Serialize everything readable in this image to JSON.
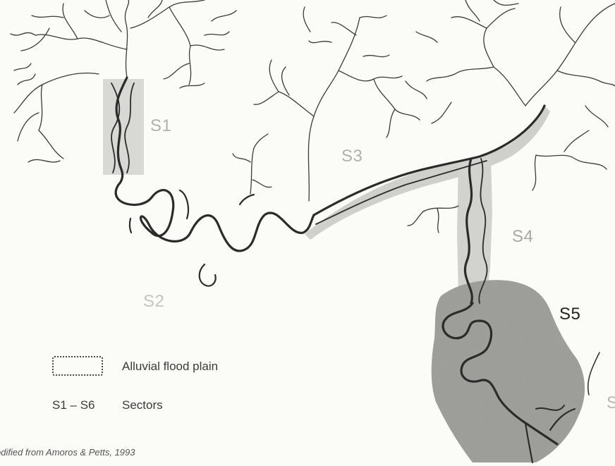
{
  "sectors": {
    "s1": "S1",
    "s2": "S2",
    "s3": "S3",
    "s4": "S4",
    "s5": "S5",
    "s6_partial": "S"
  },
  "legend": {
    "floodplain_label": "Alluvial flood plain",
    "sectors_key": "S1 – S6",
    "sectors_label": "Sectors"
  },
  "source": "odified from Amoros & Petts, 1993",
  "colors": {
    "river": "#2b2b2b",
    "tributary": "#3a3a3a",
    "floodplain_light": "#d4d4d0",
    "floodplain_dark": "#8e8e8a",
    "faded_label": "#b0b0ae",
    "strong_label": "#222222"
  }
}
